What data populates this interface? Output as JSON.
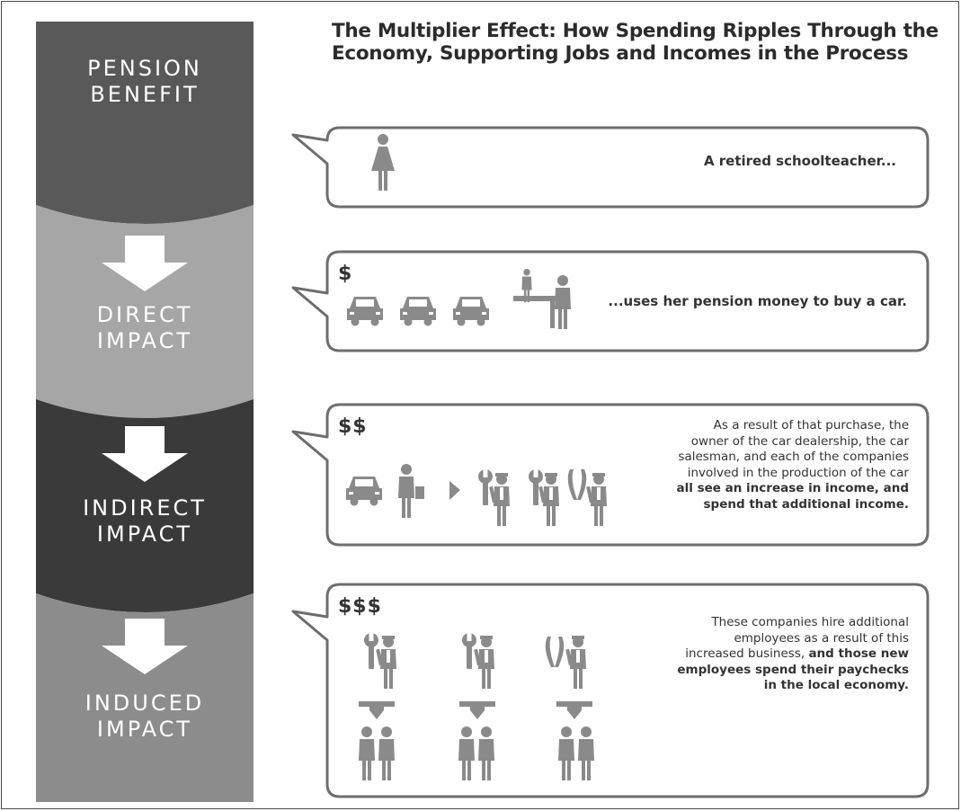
{
  "title": "The Multiplier Effect: How Spending Ripples Through the Economy, Supporting Jobs and Incomes in the Process",
  "stages": [
    {
      "label": "PENSION\nBENEFIT",
      "color": "#595959"
    },
    {
      "label": "DIRECT\nIMPACT",
      "color": "#a6a6a6"
    },
    {
      "label": "INDIRECT\nIMPACT",
      "color": "#3a3a3a"
    },
    {
      "label": "INDUCED\nIMPACT",
      "color": "#8c8c8c"
    }
  ],
  "boxes": [
    {
      "text": "A retired schoolteacher...",
      "icons": [
        "woman-icon"
      ]
    },
    {
      "dollar": "$",
      "text": "...uses her pension money to buy a car.",
      "icons": [
        "car-icon",
        "car-icon",
        "car-icon",
        "salesman-at-desk-icon"
      ]
    },
    {
      "dollar": "$$",
      "text_lines": [
        "As a result of that purchase, the",
        "owner of the car dealership, the car",
        "salesman, and each of the companies",
        "involved in the production of the car"
      ],
      "text_bold_lines": [
        "all see an increase in income, and",
        "spend that additional income."
      ],
      "icons": [
        "car-icon",
        "businessman-icon",
        "arrow-right-icon",
        "mechanic-wrench-icon",
        "mechanic-wrench-icon",
        "mechanic-pliers-icon"
      ]
    },
    {
      "dollar": "$$$",
      "text_lines": [
        "These companies hire additional",
        "employees as a result of this",
        "increased business,"
      ],
      "text_bold_inline": "and those new",
      "text_bold_lines": [
        "employees spend their paychecks",
        "in the local economy."
      ],
      "icons": [
        "mechanic-wrench-icon",
        "mechanic-wrench-icon",
        "mechanic-pliers-icon",
        "arrow-down-icon",
        "couple-icon"
      ]
    }
  ],
  "colors": {
    "box_border": "#6e6e6e",
    "icon": "#8a8a8a",
    "arrow": "#ffffff"
  }
}
